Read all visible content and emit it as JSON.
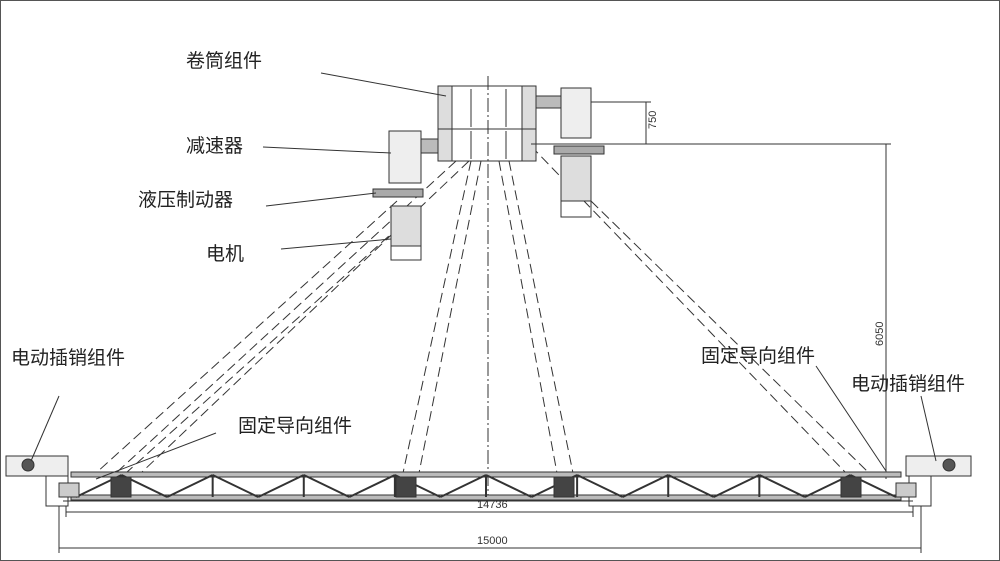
{
  "labels": {
    "drum": "卷筒组件",
    "reducer": "减速器",
    "brake": "液压制动器",
    "motor": "电机",
    "pin_left": "电动插销组件",
    "guide_left": "固定导向组件",
    "guide_right": "固定导向组件",
    "pin_right": "电动插销组件"
  },
  "dimensions": {
    "drum_offset": "750",
    "height": "6050",
    "inner_span": "14736",
    "outer_span": "15000"
  }
}
